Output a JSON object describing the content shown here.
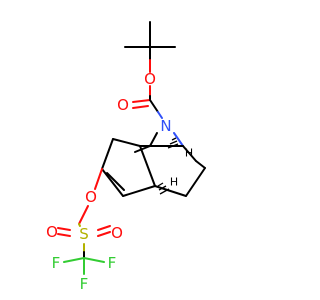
{
  "atoms": {
    "o_ester": "O",
    "o_carbonyl": "O",
    "n_bridge": "N",
    "h_top": "H",
    "h_bottom": "H",
    "o_triflate": "O",
    "s": "S",
    "o_s_left": "O",
    "o_s_right": "O",
    "f_left": "F",
    "f_right": "F",
    "f_bottom": "F"
  },
  "colors": {
    "carbon": "#000000",
    "oxygen": "#ff0d0d",
    "nitrogen": "#3050f8",
    "sulfur": "#b2b200",
    "fluorine": "#33cc33"
  }
}
